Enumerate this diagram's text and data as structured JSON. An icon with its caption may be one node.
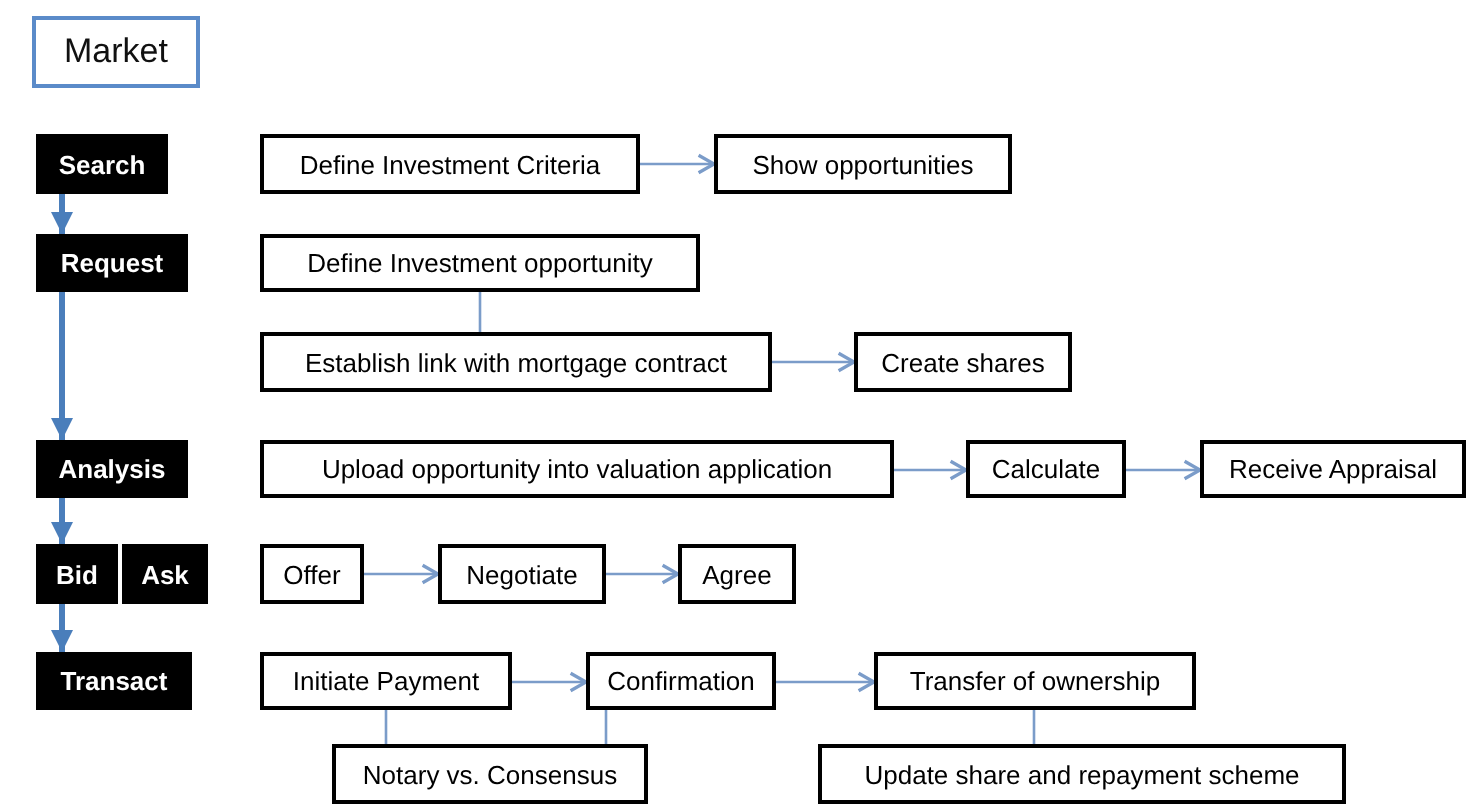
{
  "diagram": {
    "nodes": [
      {
        "text": [
          "Market"
        ]
      },
      {
        "text": [
          "Search"
        ]
      },
      {
        "text": [
          "Request"
        ]
      },
      {
        "text": [
          "Analysis"
        ]
      },
      {
        "text": [
          "Bid"
        ]
      },
      {
        "text": [
          "Ask"
        ]
      },
      {
        "text": [
          "Transact"
        ]
      },
      {
        "text": [
          "Define Investment Criteria"
        ]
      },
      {
        "text": [
          "Show opportunities"
        ]
      },
      {
        "text": [
          "Define Investment opportunity"
        ]
      },
      {
        "text": [
          "Establish link with mortgage contract"
        ]
      },
      {
        "text": [
          "Create shares"
        ]
      },
      {
        "text": [
          "Upload opportunity into valuation application"
        ]
      },
      {
        "text": [
          "Calculate"
        ]
      },
      {
        "text": [
          "Receive Appraisal"
        ]
      },
      {
        "text": [
          "Offer"
        ]
      },
      {
        "text": [
          "Negotiate"
        ]
      },
      {
        "text": [
          "Agree"
        ]
      },
      {
        "text": [
          "Initiate Payment"
        ]
      },
      {
        "text": [
          "Confirmation"
        ]
      },
      {
        "text": [
          "Transfer of ownership"
        ]
      },
      {
        "text": [
          "Notary vs. Consensus"
        ]
      },
      {
        "text": [
          "Update share and repayment scheme"
        ]
      }
    ],
    "edges": [
      {
        "from": 1,
        "to": 2,
        "arrow": "to",
        "style": "thick",
        "color": "#4a7ebb"
      },
      {
        "from": 2,
        "to": 3,
        "arrow": "to",
        "style": "thick",
        "color": "#4a7ebb"
      },
      {
        "from": 3,
        "to": 4,
        "arrow": "to",
        "style": "thick",
        "color": "#4a7ebb"
      },
      {
        "from": 4,
        "to": 6,
        "arrow": "to",
        "style": "thick",
        "color": "#4a7ebb"
      },
      {
        "from": 7,
        "to": 8,
        "arrow": "to"
      },
      {
        "from": 9,
        "to": 10,
        "arrow": "none"
      },
      {
        "from": 10,
        "to": 11,
        "arrow": "to"
      },
      {
        "from": 12,
        "to": 13,
        "arrow": "to"
      },
      {
        "from": 13,
        "to": 14,
        "arrow": "to"
      },
      {
        "from": 15,
        "to": 16,
        "arrow": "to"
      },
      {
        "from": 16,
        "to": 17,
        "arrow": "to"
      },
      {
        "from": 18,
        "to": 19,
        "arrow": "to"
      },
      {
        "from": 19,
        "to": 20,
        "arrow": "to"
      },
      {
        "from": 18,
        "to": 21,
        "arrow": "none"
      },
      {
        "from": 19,
        "to": 21,
        "arrow": "none"
      },
      {
        "from": 20,
        "to": 22,
        "arrow": "none"
      }
    ]
  }
}
